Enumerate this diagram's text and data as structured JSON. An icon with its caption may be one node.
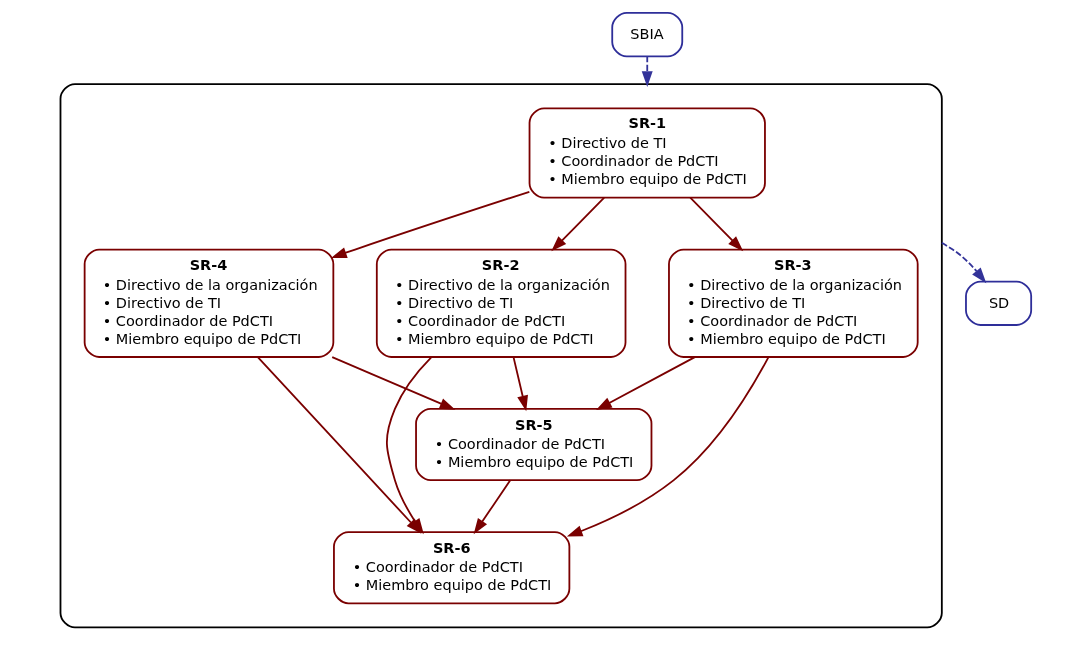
{
  "diagram": {
    "nodes": [
      {
        "text": [
          "SBIA"
        ]
      },
      {
        "text": [],
        "shape": "cloud"
      },
      {
        "text": [
          "SR-1",
          "• Directivo de TI",
          "• Coordinador de PdCTI",
          "• Miembro equipo de PdCTI"
        ],
        "in": 1
      },
      {
        "text": [
          "SR-2",
          "• Directivo de la organización",
          "• Directivo de TI",
          "• Coordinador de PdCTI",
          "• Miembro equipo de PdCTI"
        ],
        "in": 1
      },
      {
        "text": [
          "SR-3",
          "• Directivo de la organización",
          "• Directivo de TI",
          "• Coordinador de PdCTI",
          "• Miembro equipo de PdCTI"
        ],
        "in": 1
      },
      {
        "text": [
          "SR-4",
          "• Directivo de la organización",
          "• Directivo de TI",
          "• Coordinador de PdCTI",
          "• Miembro equipo de PdCTI"
        ],
        "in": 1
      },
      {
        "text": [
          "SR-5",
          "• Coordinador de PdCTI",
          "• Miembro equipo de PdCTI"
        ],
        "in": 1
      },
      {
        "text": [
          "SR-6",
          "• Coordinador de PdCTI",
          "• Miembro equipo de PdCTI"
        ],
        "in": 1
      },
      {
        "text": [
          "SD"
        ]
      }
    ],
    "edges": [
      {
        "from": 0,
        "to": 1,
        "arrow": "to",
        "style": "dashed",
        "color": "#333399"
      },
      {
        "from": 2,
        "to": 3,
        "arrow": "to"
      },
      {
        "from": 2,
        "to": 4,
        "arrow": "to"
      },
      {
        "from": 2,
        "to": 5,
        "arrow": "to"
      },
      {
        "from": 3,
        "to": 6,
        "arrow": "to"
      },
      {
        "from": 3,
        "to": 7,
        "arrow": "to"
      },
      {
        "from": 4,
        "to": 6,
        "arrow": "to"
      },
      {
        "from": 4,
        "to": 7,
        "arrow": "to"
      },
      {
        "from": 5,
        "to": 6,
        "arrow": "to"
      },
      {
        "from": 5,
        "to": 7,
        "arrow": "to"
      },
      {
        "from": 6,
        "to": 7,
        "arrow": "to"
      },
      {
        "from": 1,
        "to": 8,
        "arrow": "to",
        "style": "dashed",
        "color": "#333399"
      }
    ]
  }
}
